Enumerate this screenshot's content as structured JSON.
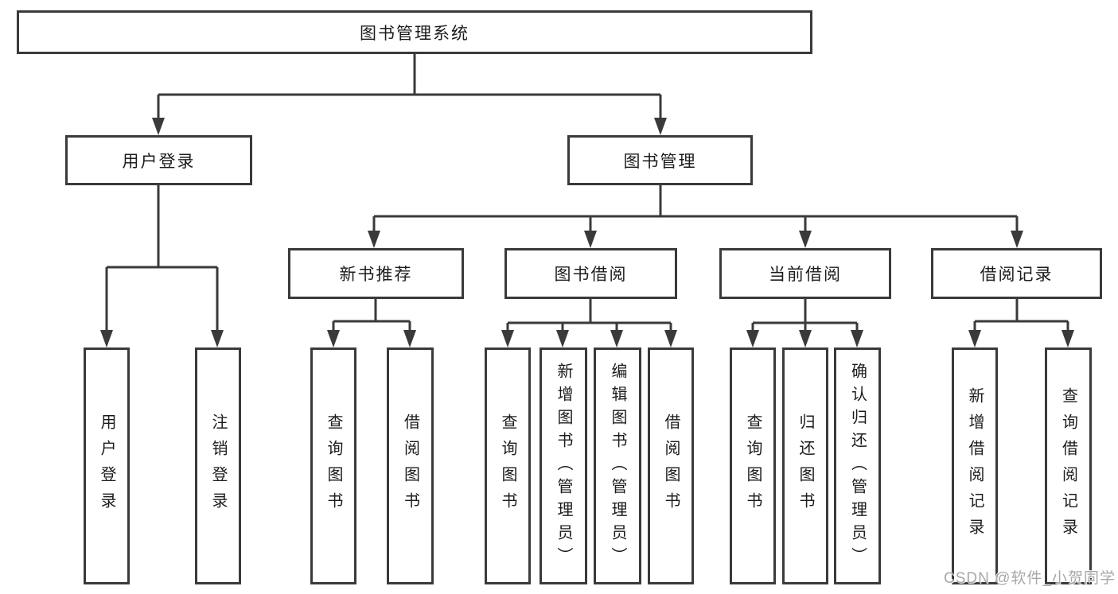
{
  "colors": {
    "line": "#3a3a3a",
    "box_border": "#3a3a3a",
    "box_background": "#ffffff",
    "text": "#1c1c1c",
    "watermark": "#a8a8a8",
    "background": "#ffffff"
  },
  "tree": {
    "root": {
      "label": "图书管理系统"
    },
    "branches": [
      {
        "label": "用户登录",
        "children": [
          {
            "label": "用户登录"
          },
          {
            "label": "注销登录"
          }
        ]
      },
      {
        "label": "图书管理",
        "sections": [
          {
            "label": "新书推荐",
            "children": [
              {
                "label": "查询图书"
              },
              {
                "label": "借阅图书"
              }
            ]
          },
          {
            "label": "图书借阅",
            "children": [
              {
                "label": "查询图书"
              },
              {
                "label": "新增图书（管理员）"
              },
              {
                "label": "编辑图书（管理员）"
              },
              {
                "label": "借阅图书"
              }
            ]
          },
          {
            "label": "当前借阅",
            "children": [
              {
                "label": "查询图书"
              },
              {
                "label": "归还图书"
              },
              {
                "label": "确认归还（管理员）"
              }
            ]
          },
          {
            "label": "借阅记录",
            "children": [
              {
                "label": "新增借阅记录"
              },
              {
                "label": "查询借阅记录"
              }
            ]
          }
        ]
      }
    ]
  },
  "watermark": {
    "text": "CSDN @软件_小贺同学"
  }
}
